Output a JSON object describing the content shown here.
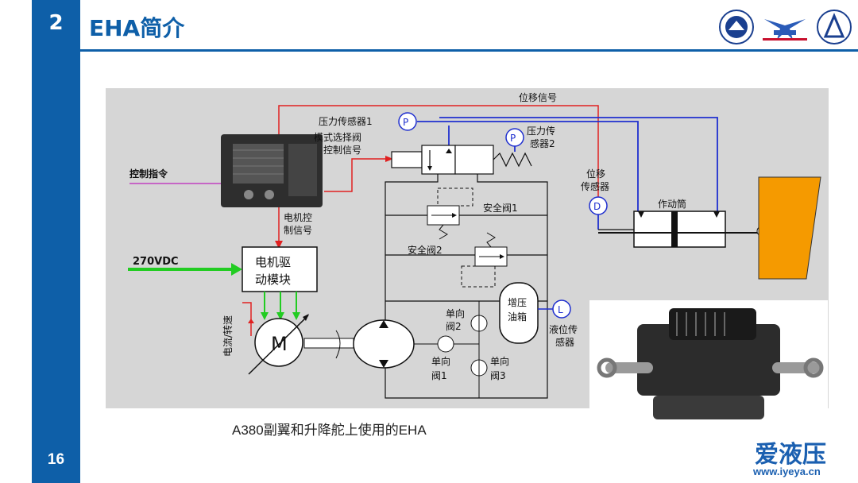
{
  "header": {
    "section_number": "2",
    "title": "EHA简介",
    "logos": [
      "university-seal-icon",
      "fptc-logo-icon",
      "institute-seal-icon"
    ]
  },
  "footer": {
    "page_number": "16"
  },
  "diagram": {
    "labels": {
      "displacement_signal": "位移信号",
      "pressure_sensor1": "压力传感器1",
      "mode_valve_signal_line1": "模式选择阀",
      "mode_valve_signal_line2": "控制信号",
      "pressure_sensor2_line1": "压力传",
      "pressure_sensor2_line2": "感器2",
      "control_command": "控制指令",
      "displacement_sensor_line1": "位移",
      "displacement_sensor_line2": "传感器",
      "actuator": "作动筒",
      "motor_control_signal_line1": "电机控",
      "motor_control_signal_line2": "制信号",
      "safety_valve1": "安全阀1",
      "safety_valve2": "安全阀2",
      "power_supply": "270VDC",
      "motor_driver_line1": "电机驱",
      "motor_driver_line2": "动模块",
      "check_valve2_line1": "单向",
      "check_valve2_line2": "阀2",
      "booster_tank_line1": "增压",
      "booster_tank_line2": "油箱",
      "level_sensor_line1": "液位传",
      "level_sensor_line2": "感器",
      "current_speed": "电流/转速",
      "motor": "M",
      "check_valve1_line1": "单向",
      "check_valve1_line2": "阀1",
      "check_valve3_line1": "单向",
      "check_valve3_line2": "阀3",
      "pressure_symbol": "P",
      "displacement_symbol": "D",
      "level_symbol": "L"
    },
    "colors": {
      "signal_red": "#e02020",
      "sensor_blue": "#1f2fcf",
      "power_green": "#22cc22",
      "actuator_orange": "#f59a00",
      "diagram_bg": "#d6d6d6"
    }
  },
  "caption": "A380副翼和升降舵上使用的EHA",
  "watermark": {
    "brand": "爱液压",
    "url": "www.iyeya.cn"
  }
}
